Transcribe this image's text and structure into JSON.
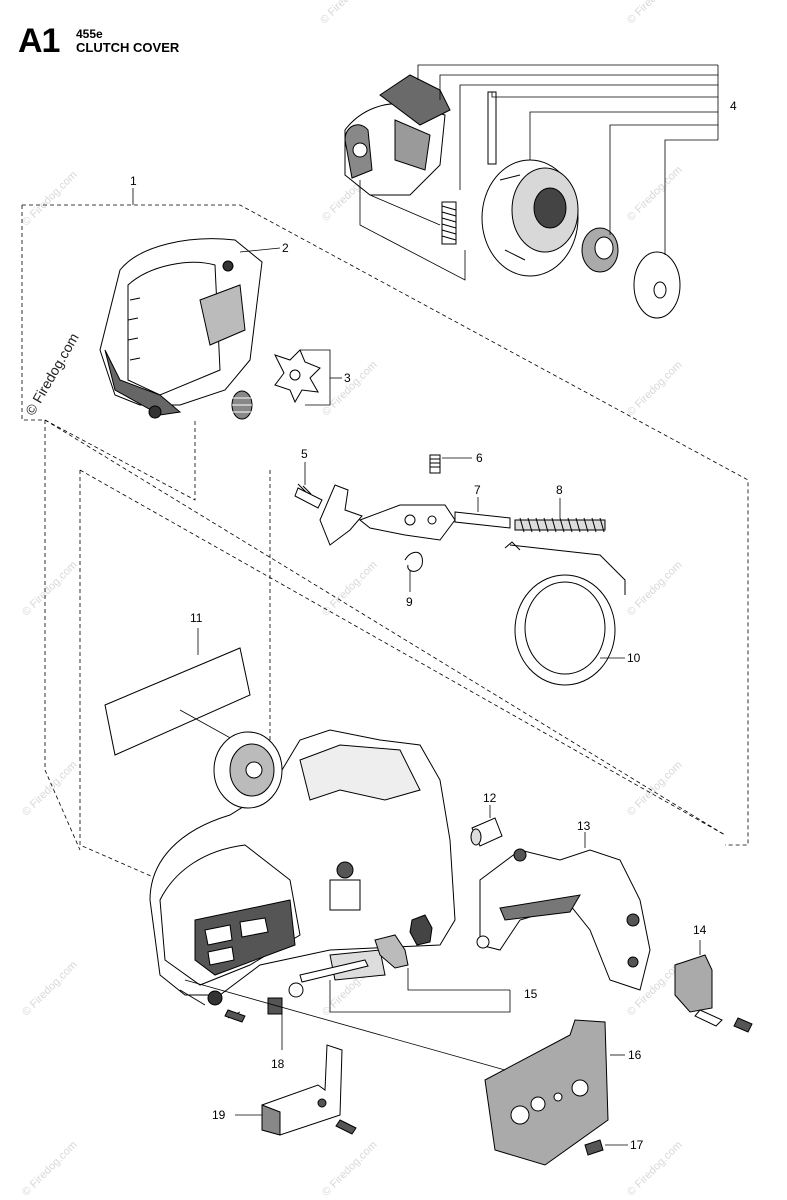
{
  "header": {
    "code": "A1",
    "model": "455e",
    "title": "CLUTCH COVER"
  },
  "watermark": {
    "main": "© Firedog.com",
    "tile": "© Firedog.com"
  },
  "callouts": [
    {
      "id": "1",
      "label": "1"
    },
    {
      "id": "2",
      "label": "2"
    },
    {
      "id": "3",
      "label": "3"
    },
    {
      "id": "4",
      "label": "4"
    },
    {
      "id": "5",
      "label": "5"
    },
    {
      "id": "6",
      "label": "6"
    },
    {
      "id": "7",
      "label": "7"
    },
    {
      "id": "8",
      "label": "8"
    },
    {
      "id": "9",
      "label": "9"
    },
    {
      "id": "10",
      "label": "10"
    },
    {
      "id": "11",
      "label": "11"
    },
    {
      "id": "12",
      "label": "12"
    },
    {
      "id": "13",
      "label": "13"
    },
    {
      "id": "14",
      "label": "14"
    },
    {
      "id": "15",
      "label": "15"
    },
    {
      "id": "16",
      "label": "16"
    },
    {
      "id": "17",
      "label": "17"
    },
    {
      "id": "18",
      "label": "18"
    },
    {
      "id": "19",
      "label": "19"
    }
  ],
  "colors": {
    "line": "#000000",
    "part_fill": "#ffffff",
    "part_shade": "#bdbdbd",
    "part_dark": "#555555",
    "watermark": "#d8d8d8"
  }
}
